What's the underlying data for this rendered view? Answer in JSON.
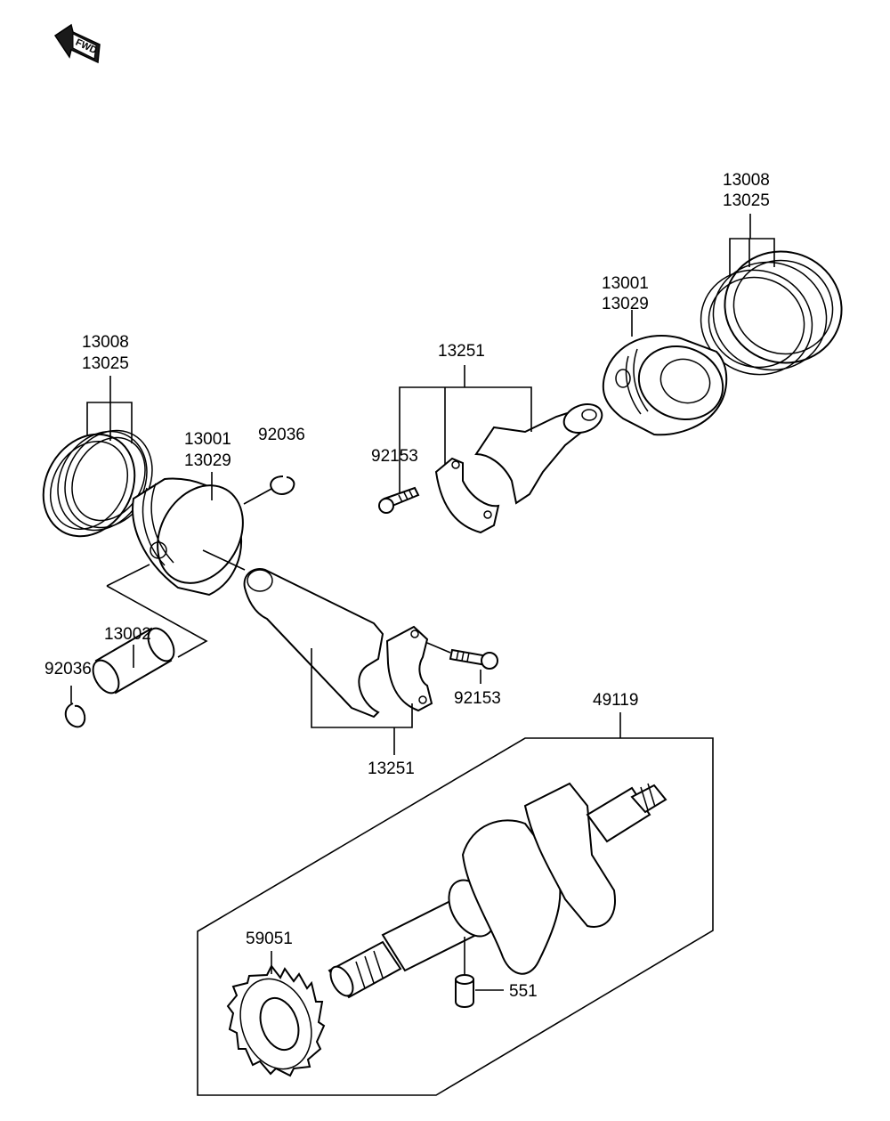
{
  "fwd_arrow": {
    "label": "FWD"
  },
  "labels": {
    "rings_right_a": "13008",
    "rings_right_b": "13025",
    "piston_right_a": "13001",
    "piston_right_b": "13029",
    "conrod_top": "13251",
    "bolt_top": "92153",
    "rings_left_a": "13008",
    "rings_left_b": "13025",
    "piston_left_a": "13001",
    "piston_left_b": "13029",
    "circlip_top": "92036",
    "pin": "13002",
    "circlip_left": "92036",
    "bolt_bottom": "92153",
    "conrod_bottom": "13251",
    "crankshaft": "49119",
    "gear": "59051",
    "dowel": "551"
  }
}
